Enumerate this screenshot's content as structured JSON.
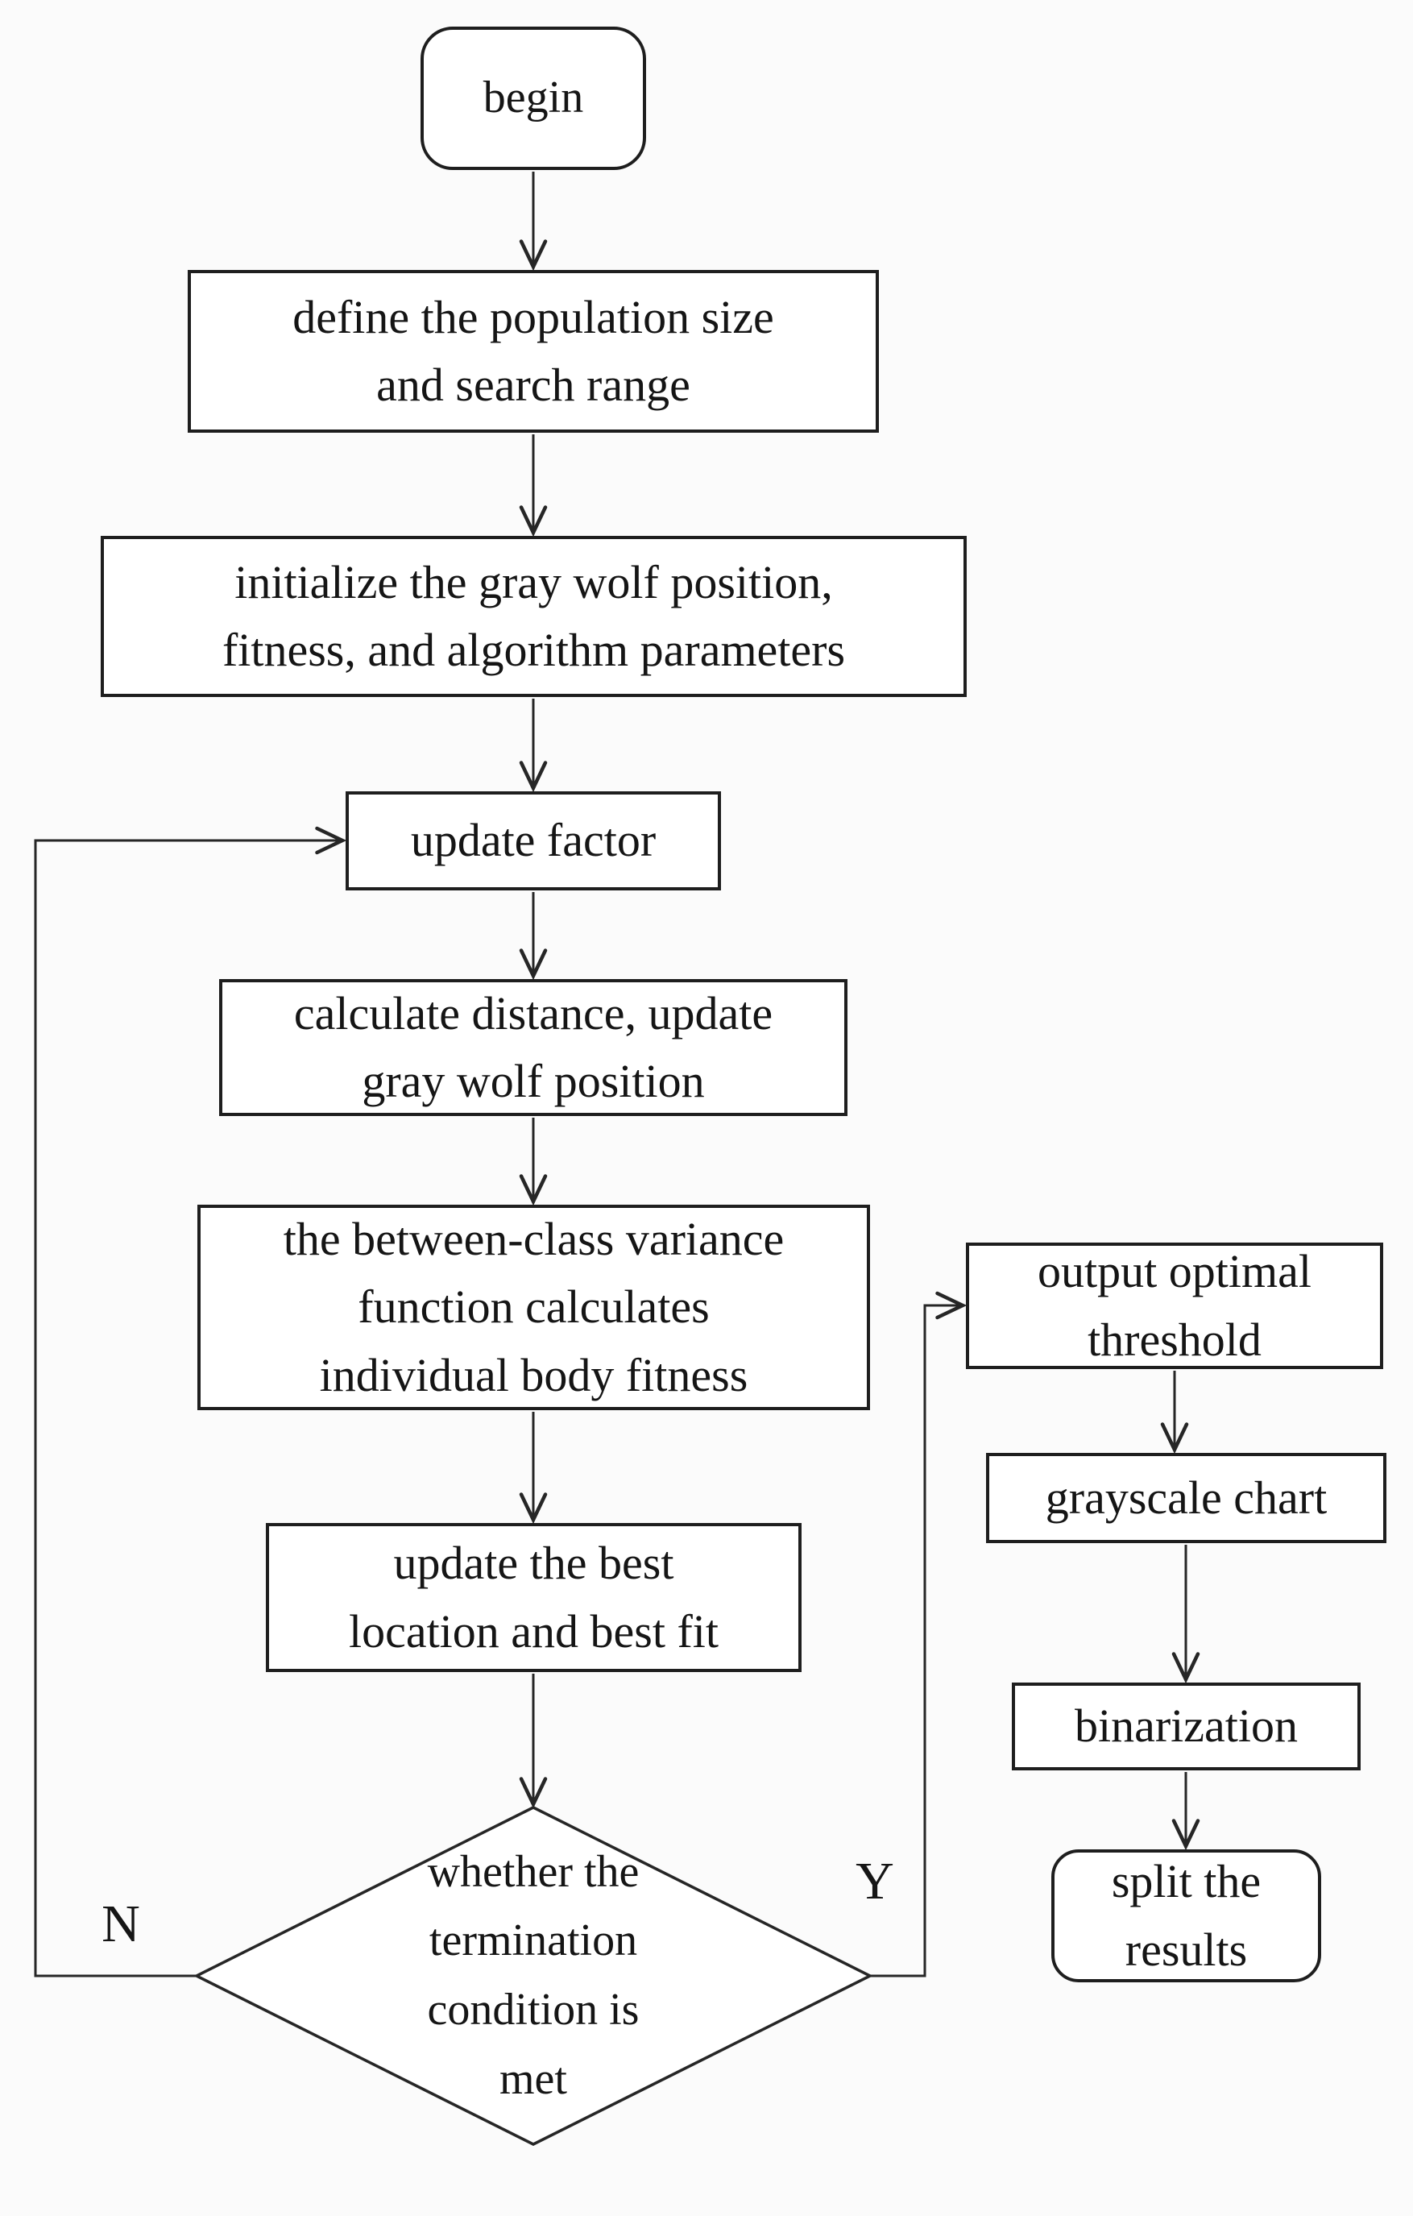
{
  "diagram": {
    "type": "flowchart",
    "ink_color": "#262626",
    "paper_color": "#fbfbfb",
    "nodes": {
      "begin": {
        "shape": "terminator",
        "lines": [
          "begin"
        ]
      },
      "define": {
        "shape": "process",
        "lines": [
          "define the population size",
          "and search range"
        ]
      },
      "initialize": {
        "shape": "process",
        "lines": [
          "initialize the gray wolf position,",
          "fitness, and algorithm parameters"
        ]
      },
      "update_factor": {
        "shape": "process",
        "lines": [
          "update factor"
        ]
      },
      "calculate": {
        "shape": "process",
        "lines": [
          "calculate distance, update",
          "gray wolf position"
        ]
      },
      "variance": {
        "shape": "process",
        "lines": [
          "the between-class variance",
          "function calculates",
          "individual body fitness"
        ]
      },
      "update_best": {
        "shape": "process",
        "lines": [
          "update the best",
          "location and best fit"
        ]
      },
      "decision": {
        "shape": "decision",
        "lines": [
          "whether the",
          "termination",
          "condition is",
          "met"
        ]
      },
      "output": {
        "shape": "process",
        "lines": [
          "output optimal",
          "threshold"
        ]
      },
      "grayscale": {
        "shape": "process",
        "lines": [
          "grayscale chart"
        ]
      },
      "binarization": {
        "shape": "process",
        "lines": [
          "binarization"
        ]
      },
      "split": {
        "shape": "terminator",
        "lines": [
          "split the",
          "results"
        ]
      }
    },
    "branch_labels": {
      "no": "N",
      "yes": "Y"
    },
    "edges": [
      {
        "from": "begin",
        "to": "define"
      },
      {
        "from": "define",
        "to": "initialize"
      },
      {
        "from": "initialize",
        "to": "update_factor"
      },
      {
        "from": "update_factor",
        "to": "calculate"
      },
      {
        "from": "calculate",
        "to": "variance"
      },
      {
        "from": "variance",
        "to": "update_best"
      },
      {
        "from": "update_best",
        "to": "decision"
      },
      {
        "from": "decision",
        "to": "update_factor",
        "label": "N"
      },
      {
        "from": "decision",
        "to": "output",
        "label": "Y"
      },
      {
        "from": "output",
        "to": "grayscale"
      },
      {
        "from": "grayscale",
        "to": "binarization"
      },
      {
        "from": "binarization",
        "to": "split"
      }
    ]
  }
}
